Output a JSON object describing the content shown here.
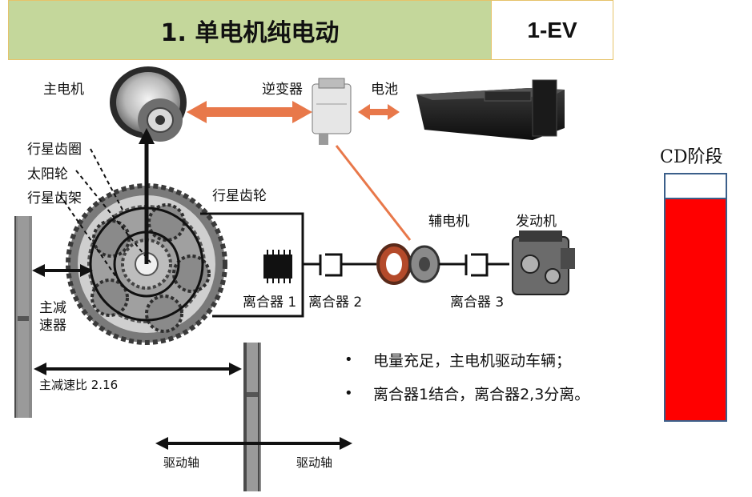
{
  "header": {
    "title": "1. 单电机纯电动",
    "mode": "1-EV"
  },
  "labels": {
    "main_motor": "主电机",
    "inverter": "逆变器",
    "battery": "电池",
    "ring_gear": "行星齿圈",
    "sun_gear": "太阳轮",
    "carrier": "行星齿架",
    "planetary_gear": "行星齿轮",
    "aux_motor": "辅电机",
    "engine": "发动机",
    "clutch_1": "离合器 1",
    "clutch_2": "离合器 2",
    "clutch_3": "离合器 3",
    "final_drive": "主减\n速器",
    "final_drive_ratio": "主减速比 2.16",
    "drive_shaft_left": "驱动轴",
    "drive_shaft_right": "驱动轴"
  },
  "bullets": [
    "电量充足，主电机驱动车辆；",
    "离合器1结合，离合器2,3分离。"
  ],
  "cd_gauge": {
    "label": "CD阶段",
    "level": 0.9,
    "fill_color": "#ff0000"
  }
}
